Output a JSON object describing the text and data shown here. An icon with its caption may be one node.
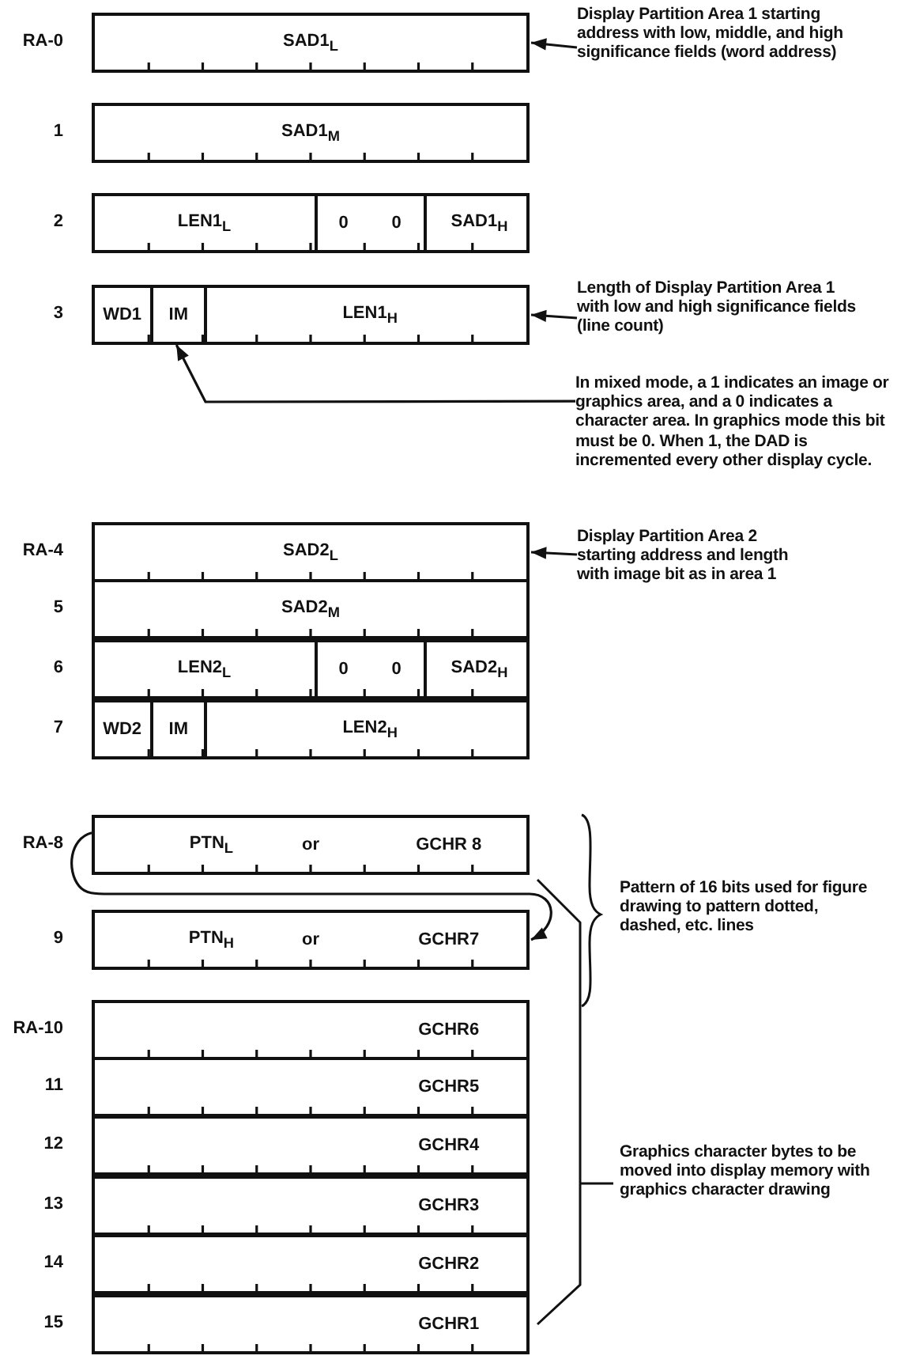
{
  "diagram": {
    "nodes": [
      {
        "text": [
          "SAD1$_{L}$"
        ],
        "beside": [
          "RA-0"
        ]
      },
      {
        "text": [
          "Display Partition Area 1 starting address with low, middle, and high significance fields (word address)"
        ]
      },
      {
        "text": [
          "SAD1$_{M}$"
        ],
        "beside": [
          "1"
        ]
      },
      {
        "text": [],
        "shape": "box",
        "beside": [
          "2"
        ]
      },
      {
        "text": [
          "LEN1$_{L}$"
        ],
        "in": 3
      },
      {
        "text": [
          "0",
          "0"
        ],
        "in": 3
      },
      {
        "text": [
          "SAD1$_{H}$"
        ],
        "in": 3
      },
      {
        "text": [],
        "shape": "box",
        "beside": [
          "3"
        ]
      },
      {
        "text": [
          "WD1"
        ],
        "in": 7
      },
      {
        "text": [
          "IM"
        ],
        "in": 7
      },
      {
        "text": [
          "LEN1$_{H}$"
        ],
        "in": 7
      },
      {
        "text": [
          "Length of Display Partition Area 1 with low and high significance fields (line count)"
        ]
      },
      {
        "text": [
          "In mixed mode, a 1 indicates an image or graphics area, and a 0 indicates a character area. In graphics mode this bit must be 0. When 1, the DAD is incremented every other display cycle."
        ]
      },
      {
        "text": [
          "SAD2$_{L}$"
        ],
        "beside": [
          "RA-4"
        ]
      },
      {
        "text": [
          "Display Partition Area 2 starting address and length with image bit as in area 1"
        ]
      },
      {
        "text": [
          "SAD2$_{M}$"
        ],
        "beside": [
          "5"
        ]
      },
      {
        "text": [],
        "shape": "box",
        "beside": [
          "6"
        ]
      },
      {
        "text": [
          "LEN2$_{L}$"
        ],
        "in": 16
      },
      {
        "text": [
          "0",
          "0"
        ],
        "in": 16
      },
      {
        "text": [
          "SAD2$_{H}$"
        ],
        "in": 16
      },
      {
        "text": [],
        "shape": "box",
        "beside": [
          "7"
        ]
      },
      {
        "text": [
          "WD2"
        ],
        "in": 20
      },
      {
        "text": [
          "IM"
        ],
        "in": 20
      },
      {
        "text": [
          "LEN2$_{H}$"
        ],
        "in": 20
      },
      {
        "text": [
          "PTN$_{L}$",
          "or",
          "GCHR 8"
        ],
        "beside": [
          "RA-8"
        ]
      },
      {
        "text": [
          "Pattern of 16 bits used for figure drawing to pattern dotted, dashed, etc. lines"
        ]
      },
      {
        "text": [
          "PTN$_{H}$",
          "or",
          "GCHR7"
        ],
        "beside": [
          "9"
        ]
      },
      {
        "text": [
          "GCHR6"
        ],
        "beside": [
          "RA-10"
        ]
      },
      {
        "text": [
          "GCHR5"
        ],
        "beside": [
          "11"
        ]
      },
      {
        "text": [
          "GCHR4"
        ],
        "beside": [
          "12"
        ]
      },
      {
        "text": [
          "Graphics character bytes to be moved into display memory with graphics character drawing"
        ]
      },
      {
        "text": [
          "GCHR3"
        ],
        "beside": [
          "13"
        ]
      },
      {
        "text": [
          "GCHR2"
        ],
        "beside": [
          "14"
        ]
      },
      {
        "text": [
          "GCHR1"
        ],
        "beside": [
          "15"
        ]
      }
    ],
    "edges": [
      {
        "from": 1,
        "to": 0,
        "arrow": "to"
      },
      {
        "from": 11,
        "to": 7,
        "arrow": "to"
      },
      {
        "from": 12,
        "to": 9,
        "arrow": "to"
      },
      {
        "from": 14,
        "to": 13,
        "arrow": "to"
      },
      {
        "from": 24,
        "to": 26,
        "arrow": "to"
      }
    ]
  }
}
